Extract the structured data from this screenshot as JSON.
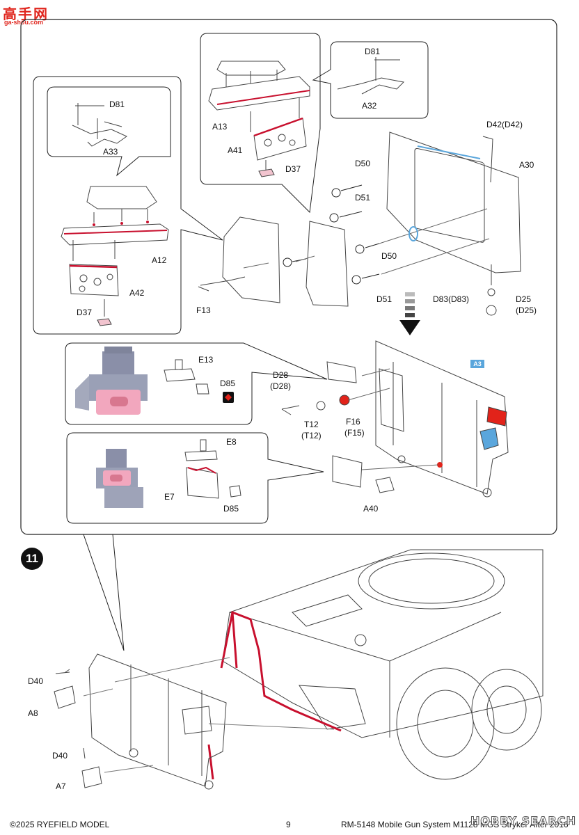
{
  "logo": {
    "main": "高手网",
    "sub": "ga-shou.com"
  },
  "step": {
    "number": "11"
  },
  "color_tag": {
    "text": "A3"
  },
  "labels": {
    "d81_a": "D81",
    "a33": "A33",
    "a12": "A12",
    "a42": "A42",
    "d37_a": "D37",
    "f13": "F13",
    "a13": "A13",
    "a41": "A41",
    "d37_b": "D37",
    "d81_b": "D81",
    "a32": "A32",
    "d42": "D42(D42)",
    "a30": "A30",
    "d50_a": "D50",
    "d51_a": "D51",
    "d50_b": "D50",
    "d51_b": "D51",
    "d83": "D83(D83)",
    "d25_a": "D25",
    "d25_b": "(D25)",
    "e13": "E13",
    "d85_a": "D85",
    "d28_a": "D28",
    "d28_b": "(D28)",
    "t12_a": "T12",
    "t12_b": "(T12)",
    "f16_a": "F16",
    "f16_b": "(F15)",
    "e8": "E8",
    "e7": "E7",
    "d85_b": "D85",
    "a40": "A40",
    "d40_a": "D40",
    "a8": "A8",
    "d40_b": "D40",
    "a7": "A7"
  },
  "footer": {
    "copyright": "©2025 RYEFIELD MODEL",
    "page": "9",
    "title": "RM-5148 Mobile Gun System M1128 MGS Stryker After 2016",
    "watermark": "HOBBY SEARCH"
  },
  "colors": {
    "accent_red": "#c8102e",
    "part_blue": "#5aa6dc",
    "part_pink": "#f2a7be",
    "part_gray": "#8a8fa8"
  }
}
